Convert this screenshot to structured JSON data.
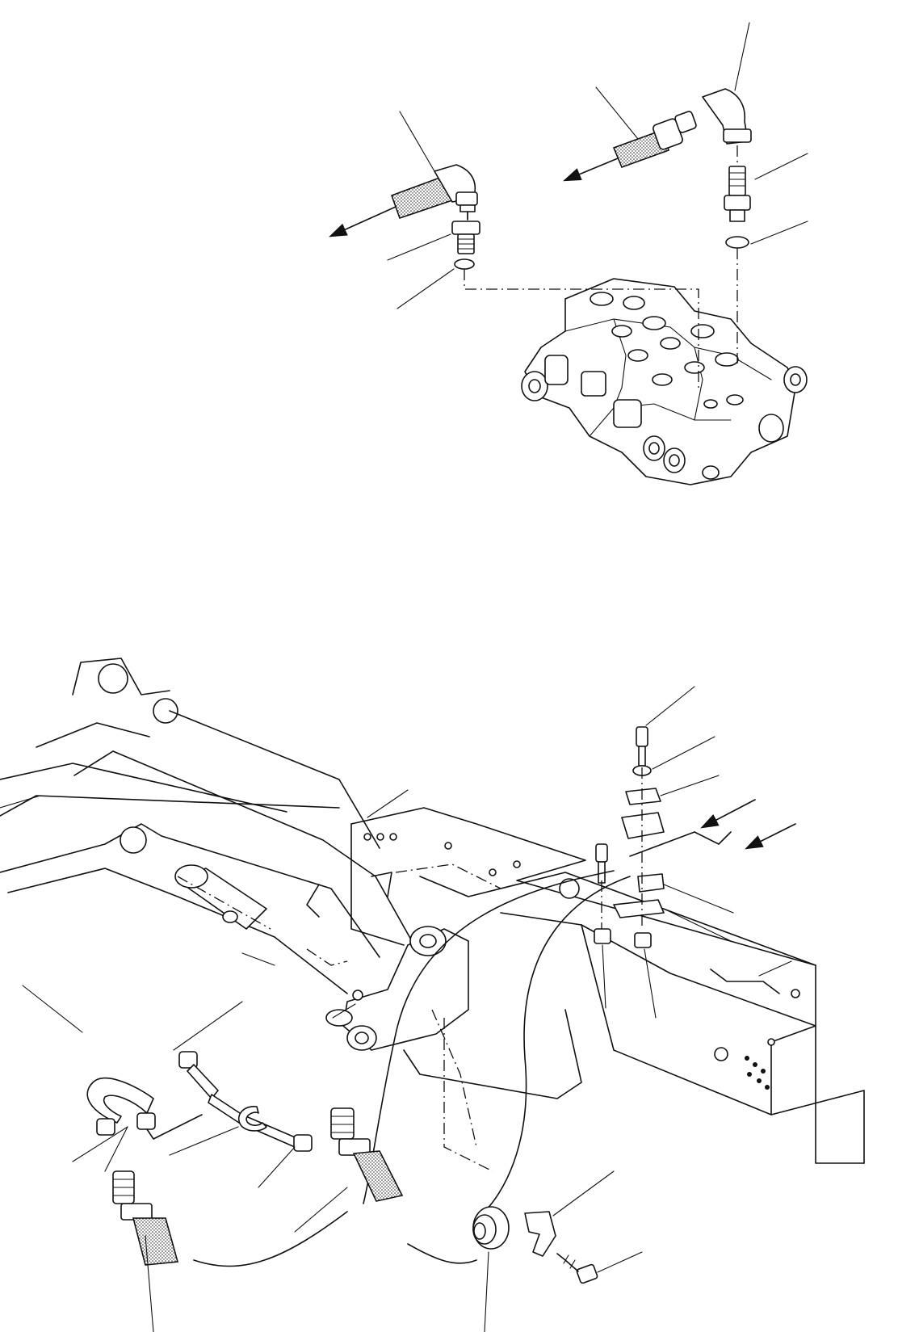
{
  "diagram": {
    "leaders": [
      {
        "id": "upper-left-hose"
      },
      {
        "id": "upper-right-hose"
      },
      {
        "id": "upper-right-elbow"
      },
      {
        "id": "upper-right-adapter"
      },
      {
        "id": "upper-right-oring"
      },
      {
        "id": "upper-left-adapter"
      },
      {
        "id": "upper-left-oring"
      },
      {
        "id": "clamp-bolt"
      },
      {
        "id": "clamp-washer"
      },
      {
        "id": "clamp-top-plate"
      },
      {
        "id": "clamp-block"
      },
      {
        "id": "frame-mount"
      },
      {
        "id": "clamp-lower-block"
      },
      {
        "id": "clamp-bottom-plate"
      },
      {
        "id": "boom-frame"
      },
      {
        "id": "bottom-hose-left"
      },
      {
        "id": "bottom-hose-mid"
      },
      {
        "id": "bottom-grommet"
      },
      {
        "id": "bottom-clip"
      },
      {
        "id": "bottom-screw"
      },
      {
        "id": "u-tube"
      },
      {
        "id": "small-u-tube"
      },
      {
        "id": "hose-coupler"
      },
      {
        "id": "nut-left"
      },
      {
        "id": "nut-right"
      }
    ],
    "arrows": [
      {
        "id": "flow-arrow-upper-left"
      },
      {
        "id": "flow-arrow-upper-right"
      },
      {
        "id": "flow-arrow-clamp-1"
      },
      {
        "id": "flow-arrow-clamp-2"
      }
    ]
  }
}
